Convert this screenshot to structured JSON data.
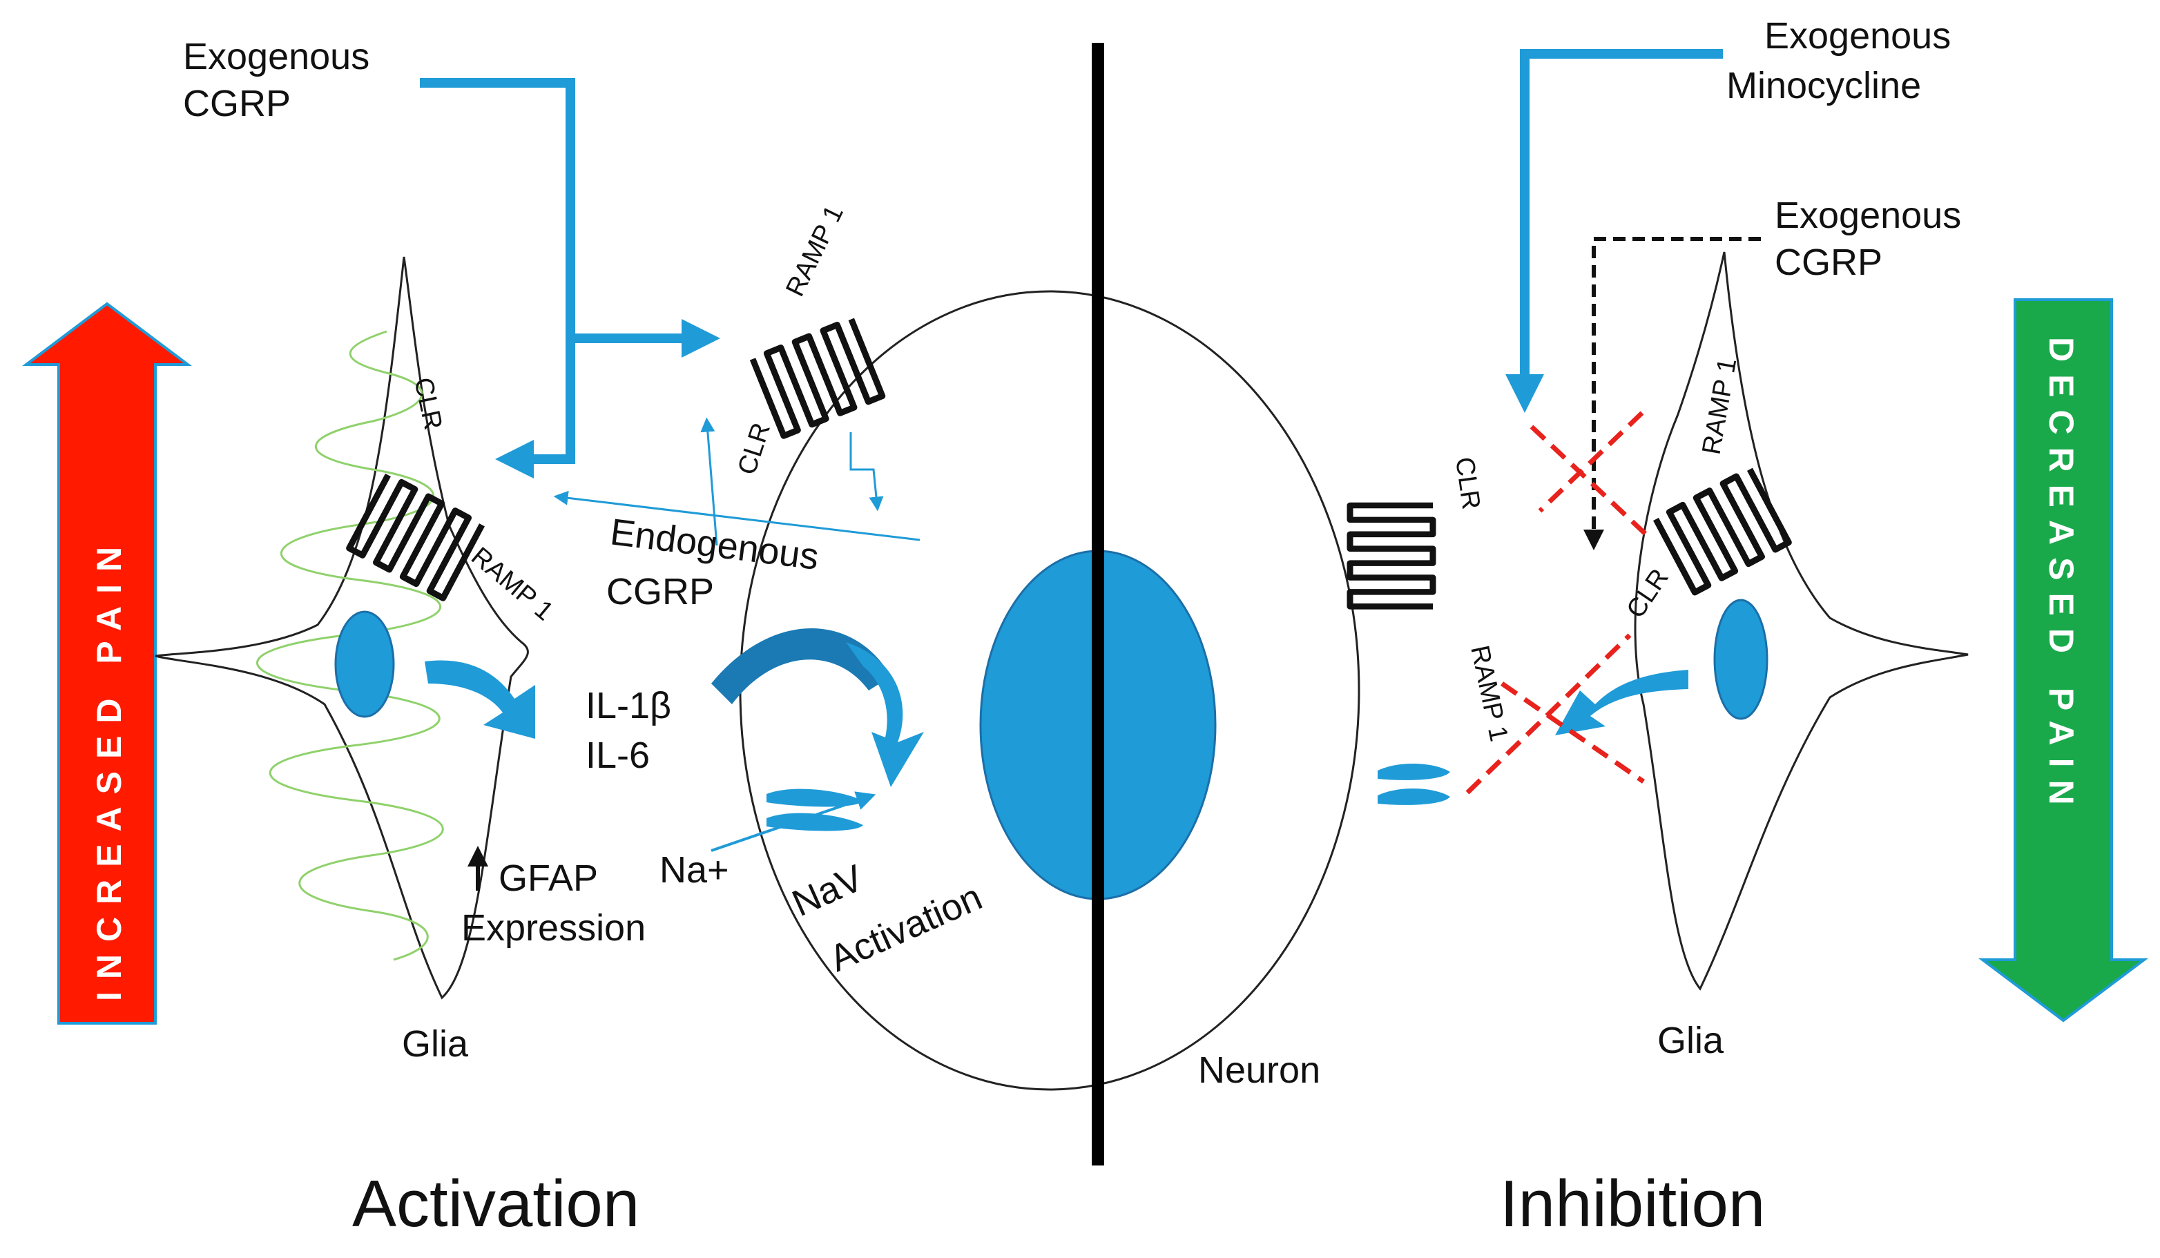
{
  "colors": {
    "accent_blue": "#1f9bd7",
    "increase_red": "#ff1a00",
    "decrease_green": "#19a94b",
    "inhibit_red_dash": "#e8221c",
    "glia_wave_green": "#8fd16b",
    "ink": "#111111"
  },
  "sides": {
    "left_title": "Activation",
    "right_title": "Inhibition"
  },
  "pain": {
    "increased": "INCREASED PAIN",
    "decreased": "DECREASED PAIN"
  },
  "cells": {
    "glia_left": "Glia",
    "glia_right": "Glia",
    "neuron": "Neuron"
  },
  "inputs": {
    "exo_cgrp_left": [
      "Exogenous",
      "CGRP"
    ],
    "exo_minocycline": [
      "Exogenous",
      "Minocycline"
    ],
    "exo_cgrp_right": [
      "Exogenous",
      "CGRP"
    ]
  },
  "labels": {
    "endogenous_cgrp": [
      "Endogenous",
      "CGRP"
    ],
    "cytokines": [
      "IL-1β",
      "IL-6"
    ],
    "gfap": [
      "GFAP",
      "Expression"
    ],
    "na_ion": "Na+",
    "nav": [
      "NaV",
      "Activation"
    ]
  },
  "receptors": {
    "clr": "CLR",
    "ramp": "RAMP 1"
  },
  "icons": {
    "up_arrow": "up-arrow-icon",
    "channel": "sodium-channel-icon",
    "inhibition_cross": "x-mark-icon"
  }
}
